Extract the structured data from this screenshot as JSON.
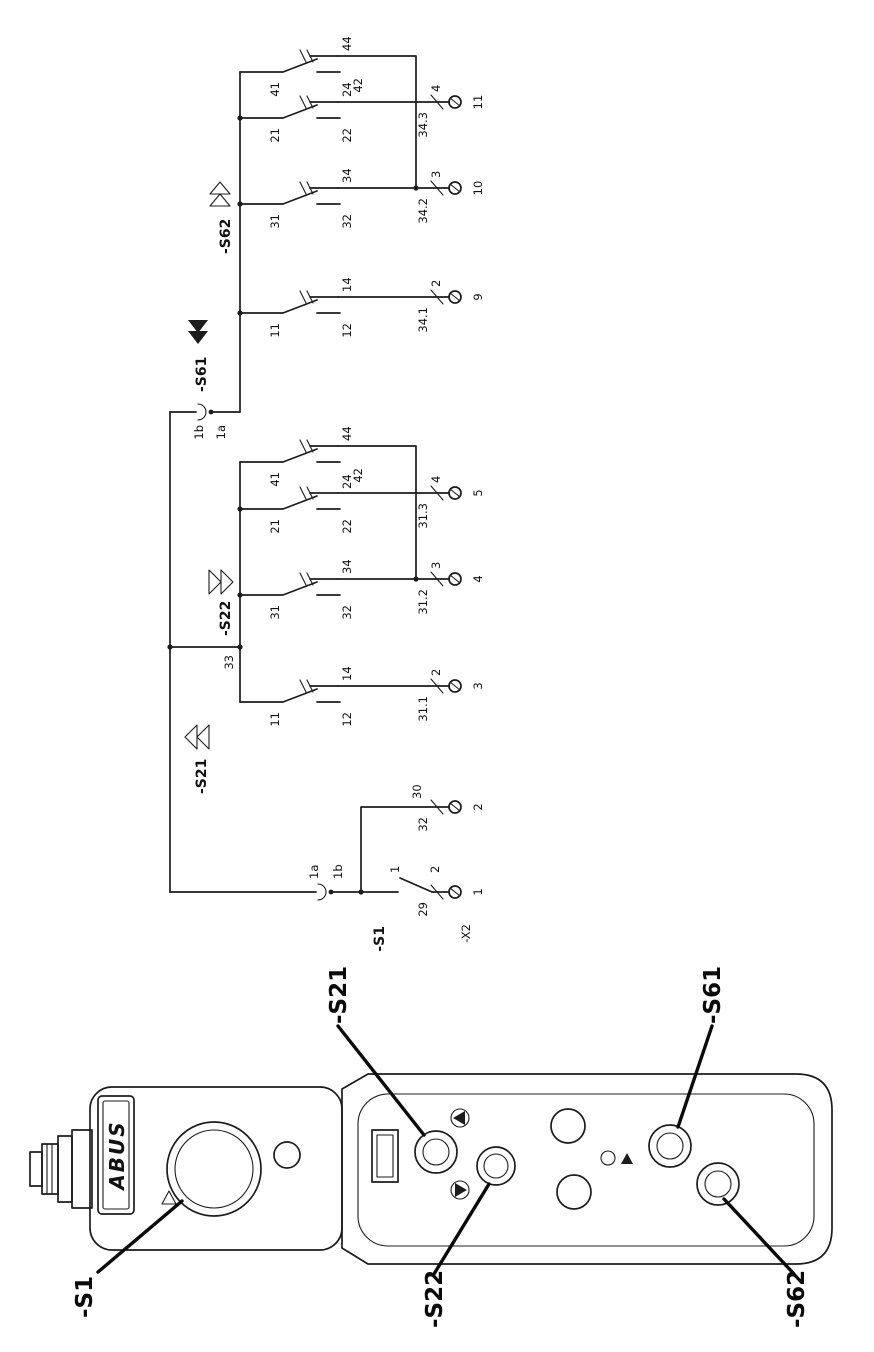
{
  "pendant": {
    "brand": "ABUS",
    "callouts": {
      "s1": "-S1",
      "s21": "-S21",
      "s22": "-S22",
      "s61": "-S61",
      "s62": "-S62"
    }
  },
  "schematic": {
    "estop": {
      "label": "-S1",
      "c_top": "1",
      "c_bot": "2",
      "pin_a": "1a",
      "pin_b": "1b",
      "wire_out": "30"
    },
    "link_wire": "33",
    "groups": [
      {
        "btn1": "-S21",
        "btn2": "-S22",
        "units": [
          {
            "c": "11",
            "nc": "12",
            "no": "14"
          },
          {
            "c": "31",
            "nc": "32",
            "no": "34"
          },
          {
            "c": "21",
            "nc": "22",
            "no": "24"
          },
          {
            "c": "41",
            "nc": "42",
            "no": "44"
          }
        ]
      },
      {
        "pin_b": "1b",
        "pin_a": "1a",
        "btn1": "-S61",
        "btn2": "-S62",
        "units": [
          {
            "c": "11",
            "nc": "12",
            "no": "14"
          },
          {
            "c": "31",
            "nc": "32",
            "no": "34"
          },
          {
            "c": "21",
            "nc": "22",
            "no": "24"
          },
          {
            "c": "41",
            "nc": "42",
            "no": "44"
          }
        ]
      }
    ],
    "terminal_strip": {
      "label": "-X2",
      "terminals": [
        {
          "no": "1",
          "wire": "29",
          "core": ""
        },
        {
          "no": "2",
          "wire": "32",
          "core": ""
        },
        {
          "no": "3",
          "wire": "31.1",
          "core": "2"
        },
        {
          "no": "4",
          "wire": "31.2",
          "core": "3"
        },
        {
          "no": "5",
          "wire": "31.3",
          "core": "4"
        },
        {
          "no": "9",
          "wire": "34.1",
          "core": "2"
        },
        {
          "no": "10",
          "wire": "34.2",
          "core": "3"
        },
        {
          "no": "11",
          "wire": "34.3",
          "core": "4"
        }
      ]
    }
  }
}
